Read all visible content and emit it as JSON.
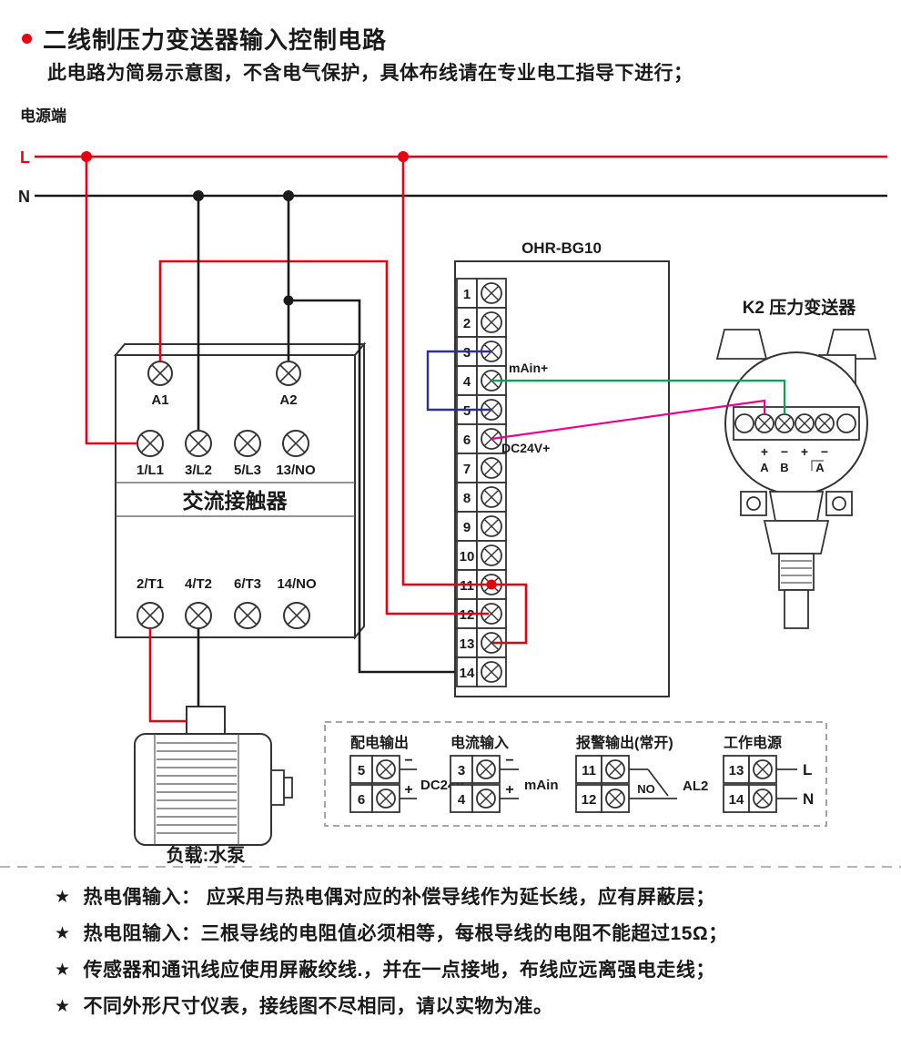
{
  "header": {
    "title": "二线制压力变送器输入控制电路",
    "subtitle": "此电路为简易示意图，不含电气保护，具体布线请在专业电工指导下进行；"
  },
  "power": {
    "terminal_label": "电源端",
    "line_l": "L",
    "line_n": "N"
  },
  "contactor": {
    "name": "交流接触器",
    "coil_a1": "A1",
    "coil_a2": "A2",
    "top_terminals": [
      "1/L1",
      "3/L2",
      "5/L3",
      "13/NO"
    ],
    "bottom_terminals": [
      "2/T1",
      "4/T2",
      "6/T3",
      "14/NO"
    ]
  },
  "terminal_block": {
    "title": "OHR-BG10",
    "terminals": [
      "1",
      "2",
      "3",
      "4",
      "5",
      "6",
      "7",
      "8",
      "9",
      "10",
      "11",
      "12",
      "13",
      "14"
    ],
    "label_main": "mAin+",
    "label_dc24v": "DC24V+"
  },
  "transmitter": {
    "title": "K2  压力变送器",
    "polarity": [
      "+",
      "−",
      "+",
      "−"
    ],
    "letter_a": "A",
    "letter_b": "B",
    "letter_a2": "A"
  },
  "load": {
    "label": "负载:水泵"
  },
  "panel": {
    "groups": [
      {
        "title": "配电输出",
        "t1": "5",
        "t2": "6",
        "sign1": "−",
        "sign2": "+",
        "label": "DC24V"
      },
      {
        "title": "电流输入",
        "t1": "3",
        "t2": "4",
        "sign1": "−",
        "sign2": "+",
        "label": "mAin"
      },
      {
        "title": "报警输出(常开)",
        "t1": "11",
        "t2": "12",
        "no_label": "NO",
        "label": "AL2"
      },
      {
        "title": "工作电源",
        "t1": "13",
        "t2": "14",
        "line1": "L",
        "line2": "N"
      }
    ]
  },
  "notes": {
    "star": "★",
    "items": [
      "热电偶输入： 应采用与热电偶对应的补偿导线作为延长线，应有屏蔽层；",
      "热电阻输入：三根导线的电阻值必须相等，每根导线的电阻不能超过15Ω；",
      "传感器和通讯线应使用屏蔽绞线.，并在一点接地，布线应远离强电走线；",
      "不同外形尺寸仪表，接线图不尽相同，请以实物为准。"
    ]
  },
  "colors": {
    "wire_red": "#e60012",
    "wire_black": "#1a1a1a",
    "wire_blue": "#2e3192",
    "wire_green": "#00a651",
    "wire_pink": "#ec008c"
  }
}
